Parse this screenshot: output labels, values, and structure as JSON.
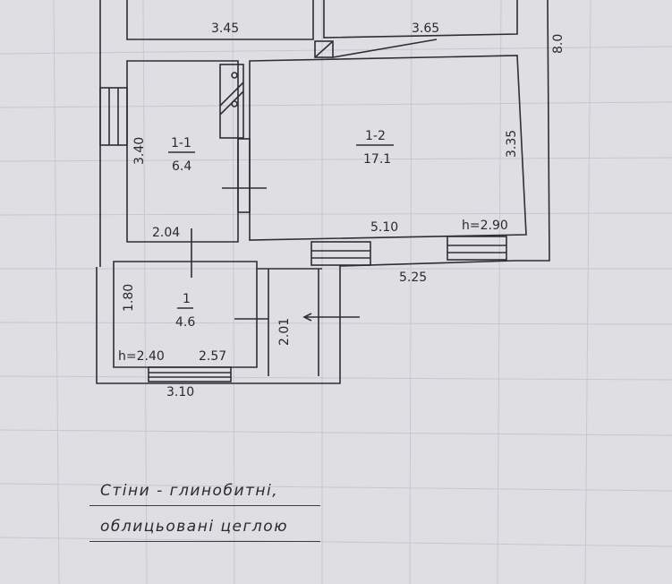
{
  "plan": {
    "dims": {
      "top_left": "3.45",
      "top_right": "3.65",
      "total_height": "8.0",
      "room11_height": "3.40",
      "room11_width": "2.04",
      "room12_height": "3.35",
      "room12_width": "5.10",
      "room12_ceiling": "h=2.90",
      "overall_width": "5.25",
      "entry_height": "1.80",
      "entry_ceiling": "h=2.40",
      "entry_width": "2.57",
      "entry_outer_width": "3.10",
      "corridor_length": "2.01"
    },
    "rooms": {
      "r11": {
        "id": "1-1",
        "area": "6.4"
      },
      "r12": {
        "id": "1-2",
        "area": "17.1"
      },
      "r1": {
        "id": "1",
        "area": "4.6"
      }
    }
  },
  "notes": {
    "line1": "Стіни - глинобитні,",
    "line2": "облицьовані цеглою"
  }
}
